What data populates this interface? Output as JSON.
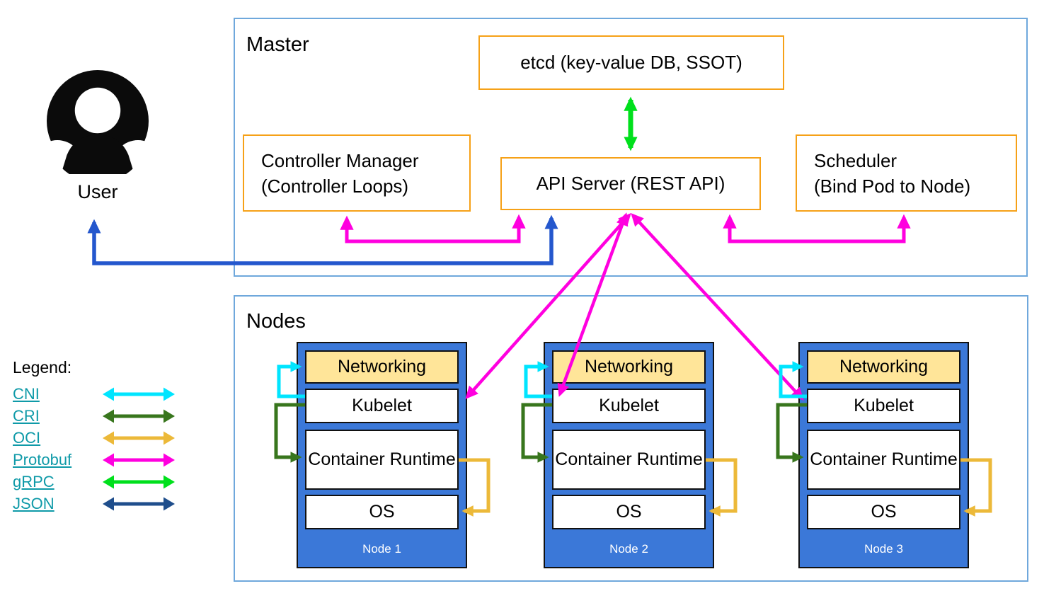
{
  "user": {
    "label": "User"
  },
  "master": {
    "title": "Master",
    "etcd_label": "etcd (key-value DB, SSOT)",
    "api_server_label": "API Server (REST API)",
    "controller_manager": {
      "line1": "Controller Manager",
      "line2": "(Controller Loops)"
    },
    "scheduler": {
      "line1": "Scheduler",
      "line2": "(Bind Pod to Node)"
    }
  },
  "nodes_section": {
    "title": "Nodes",
    "nodes": [
      {
        "name": "Node 1",
        "layers": [
          "Networking",
          "Kubelet",
          "Container Runtime",
          "OS"
        ]
      },
      {
        "name": "Node 2",
        "layers": [
          "Networking",
          "Kubelet",
          "Container Runtime",
          "OS"
        ]
      },
      {
        "name": "Node 3",
        "layers": [
          "Networking",
          "Kubelet",
          "Container Runtime",
          "OS"
        ]
      }
    ]
  },
  "legend": {
    "title": "Legend:",
    "items": [
      {
        "label": "CNI",
        "color": "#00e5ff"
      },
      {
        "label": "CRI",
        "color": "#38761d"
      },
      {
        "label": "OCI",
        "color": "#ecb939"
      },
      {
        "label": "Protobuf",
        "color": "#ff00df"
      },
      {
        "label": "gRPC",
        "color": "#00e01c"
      },
      {
        "label": "JSON",
        "color": "#1f4e8c"
      }
    ]
  },
  "colors": {
    "frame_border": "#6fa8dc",
    "component_border": "#f6a117",
    "node_fill": "#3b78d8",
    "networking_fill": "#ffe599",
    "cni_cyan": "#00e5ff",
    "cri_dark_green": "#38761d",
    "oci_gold": "#ecb939",
    "protobuf_magenta": "#ff00df",
    "grpc_green": "#00e01c",
    "json_navy": "#1f4e8c",
    "user_json_line": "#2457cd",
    "legend_link": "#0f9aa8"
  }
}
